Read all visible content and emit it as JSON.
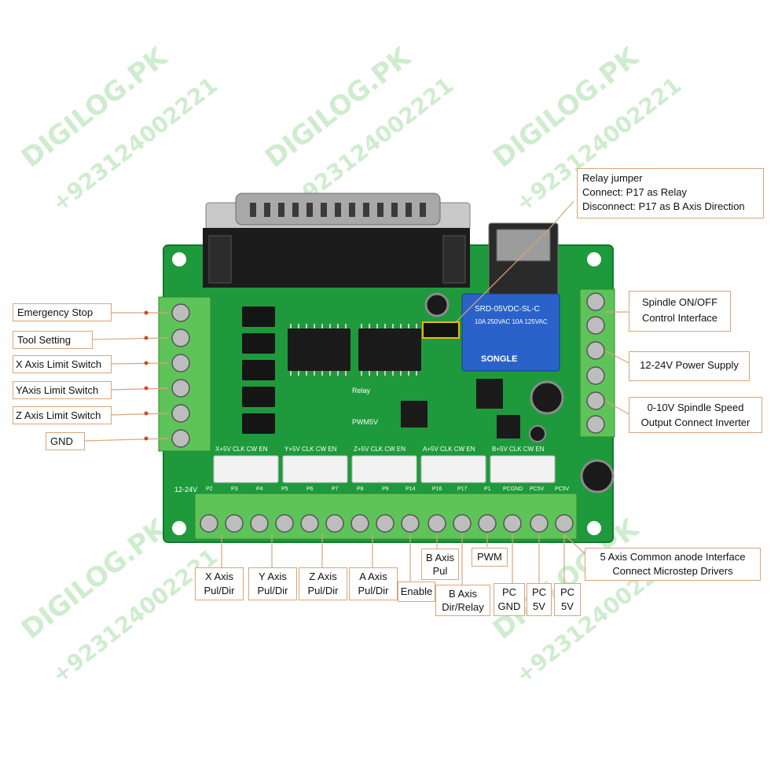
{
  "watermark": {
    "brand": "DIGILOG.PK",
    "phone": "+923124002221"
  },
  "relay_info": {
    "line1": "Relay jumper",
    "line2": "Connect: P17 as Relay",
    "line3": "Disconnect: P17 as B Axis Direction"
  },
  "left_labels": {
    "emergency_stop": "Emergency Stop",
    "tool_setting": "Tool Setting",
    "x_limit": "X Axis Limit Switch",
    "y_limit": "YAxis Limit Switch",
    "z_limit": "Z Axis Limit Switch",
    "gnd": "GND"
  },
  "right_labels": {
    "spindle_onoff_1": "Spindle ON/OFF",
    "spindle_onoff_2": "Control Interface",
    "power": "12-24V Power Supply",
    "speed_1": "0-10V Spindle Speed",
    "speed_2": "Output Connect Inverter",
    "anode_1": "5 Axis Common anode Interface",
    "anode_2": "Connect Microstep Drivers"
  },
  "bottom_labels": {
    "x_axis_1": "X Axis",
    "x_axis_2": "Pul/Dir",
    "y_axis_1": "Y Axis",
    "y_axis_2": "Pul/Dir",
    "z_axis_1": "Z Axis",
    "z_axis_2": "Pul/Dir",
    "a_axis_1": "A Axis",
    "a_axis_2": "Pul/Dir",
    "enable": "Enable",
    "b_pul_1": "B Axis",
    "b_pul_2": "Pul",
    "b_dir_1": "B Axis",
    "b_dir_2": "Dir/Relay",
    "pwm": "PWM",
    "pc_gnd_1": "PC",
    "pc_gnd_2": "GND",
    "pc5v_a_1": "PC",
    "pc5v_a_2": "5V",
    "pc5v_b_1": "PC",
    "pc5v_b_2": "5V"
  },
  "board_text": {
    "relay_face_1": "SRD-05VDC-SL-C",
    "relay_face_2": "10A 250VAC 10A 125VAC",
    "relay_brand": "SONGLE",
    "axis_headers": [
      "X+5V CLK CW EN",
      "Y+5V CLK CW EN",
      "Z+5V CLK CW EN",
      "A+5V CLK CW EN",
      "B+5V CLK CW EN"
    ],
    "pin_labels": [
      "P2",
      "P3",
      "P4",
      "P5",
      "P6",
      "P7",
      "P8",
      "P9",
      "P14",
      "P16",
      "P17",
      "P1",
      "PCGND",
      "PC5V",
      "PC5V"
    ],
    "voltage": "12-24V",
    "relay_mark": "Relay",
    "pwm_mark": "PWM5V"
  },
  "colors": {
    "pcb": "#1e9a3c",
    "terminal": "#5ec45a",
    "relay": "#2a62c9",
    "callout": "#d9a57a"
  }
}
